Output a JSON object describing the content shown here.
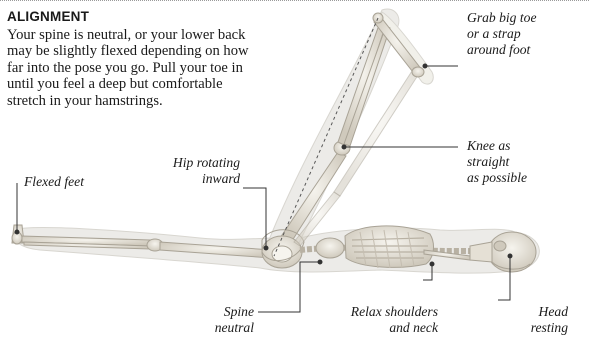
{
  "heading": "ALIGNMENT",
  "description_lines": [
    "Your spine is neutral, or your lower back",
    "may be slightly flexed depending on how",
    "far into the pose you go. Pull your toe in",
    "until you feel a deep but comfortable",
    "stretch in your hamstrings."
  ],
  "callouts": {
    "grab_toe": [
      "Grab big toe",
      "or a strap",
      "around foot"
    ],
    "knee": [
      "Knee as",
      "straight",
      "as possible"
    ],
    "hip": [
      "Hip rotating",
      "inward"
    ],
    "flexed_feet": [
      "Flexed feet"
    ],
    "spine": [
      "Spine",
      "neutral"
    ],
    "shoulders": [
      "Relax shoulders",
      "and neck"
    ],
    "head": [
      "Head",
      "resting"
    ]
  },
  "colors": {
    "text": "#1a1a1a",
    "bone": "#dcd7cc",
    "bone_outline": "#a9a396",
    "body_silhouette": "#ecebe8",
    "leader_line": "#333333",
    "highlight": "#f4f4e2"
  }
}
